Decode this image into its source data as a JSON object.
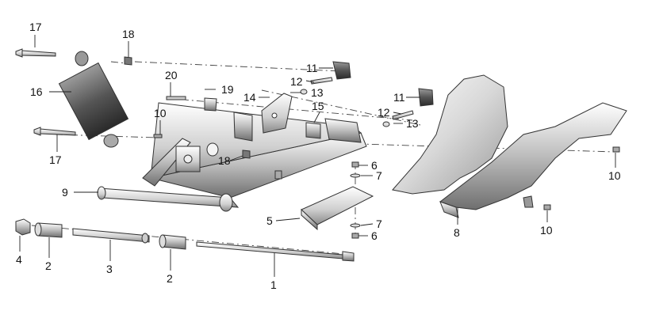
{
  "diagram": {
    "callouts": {
      "c1": "1",
      "c2a": "2",
      "c2b": "2",
      "c3": "3",
      "c4": "4",
      "c5": "5",
      "c6a": "6",
      "c6b": "6",
      "c7a": "7",
      "c7b": "7",
      "c8": "8",
      "c9": "9",
      "c10a": "10",
      "c10b": "10",
      "c10c": "10",
      "c11a": "11",
      "c11b": "11",
      "c12a": "12",
      "c12b": "12",
      "c13a": "13",
      "c13b": "13",
      "c14": "14",
      "c15": "15",
      "c16": "16",
      "c17a": "17",
      "c17b": "17",
      "c18a": "18",
      "c18b": "18",
      "c19": "19",
      "c20": "20"
    }
  }
}
